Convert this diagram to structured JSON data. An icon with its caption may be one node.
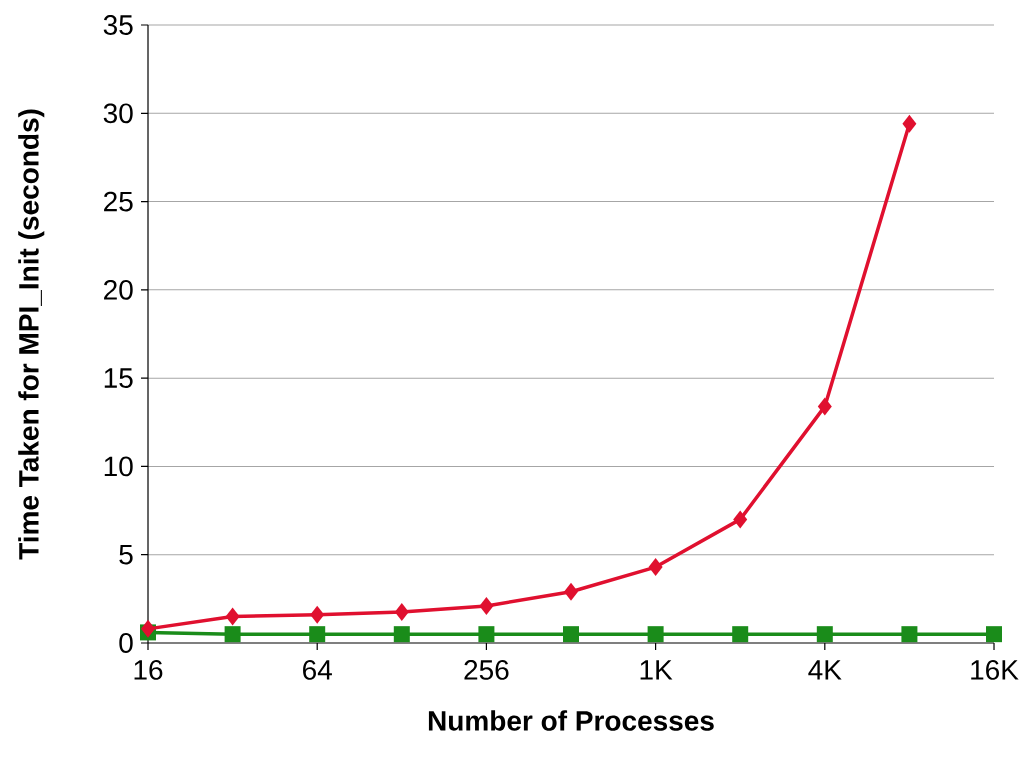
{
  "diagram": {
    "chart_data": {
      "type": "line",
      "xlabel": "Number of Processes",
      "ylabel": "Time Taken for MPI_Init (seconds)",
      "categories": [
        "16",
        null,
        "64",
        null,
        "256",
        null,
        "1K",
        null,
        "4K",
        null,
        "16K"
      ],
      "series": [
        {
          "color": "#e0102f",
          "marker": "diamond",
          "values": [
            0.8,
            1.5,
            1.6,
            1.75,
            2.1,
            2.9,
            4.3,
            7.0,
            13.4,
            29.4,
            null
          ]
        },
        {
          "color": "#1a8c1a",
          "marker": "square",
          "values": [
            0.6,
            0.5,
            0.5,
            0.5,
            0.5,
            0.5,
            0.5,
            0.5,
            0.5,
            0.5,
            0.5
          ]
        }
      ],
      "ylim": [
        0,
        35
      ],
      "grid": true,
      "yticks": [
        {
          "value": 0,
          "label": "0"
        },
        {
          "value": 5,
          "label": "5"
        },
        {
          "value": 10,
          "label": "10"
        },
        {
          "value": 15,
          "label": "15"
        },
        {
          "value": 20,
          "label": "20"
        },
        {
          "value": 25,
          "label": "25"
        },
        {
          "value": 30,
          "label": "30"
        },
        {
          "value": 35,
          "label": "35"
        }
      ]
    }
  }
}
